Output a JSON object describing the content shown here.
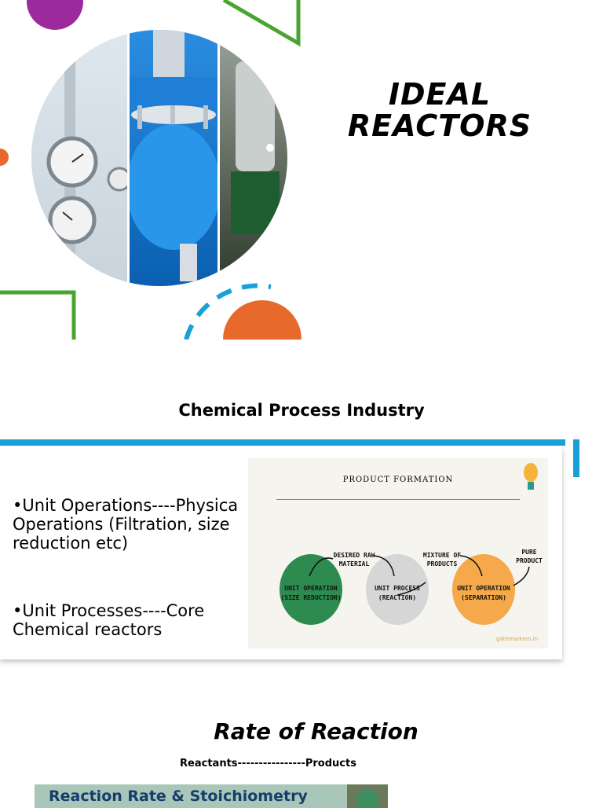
{
  "slide1": {
    "title_line1": "IDEAL",
    "title_line2": "REACTORS",
    "colors": {
      "purple": "#9c2a9c",
      "green": "#4aa431",
      "orange": "#e76a2c",
      "blue": "#1aa0d8"
    }
  },
  "slide2": {
    "title": "Chemical Process Industry",
    "bullets": [
      "•Unit Operations----Physica\nOperations (Filtration, size\nreduction etc)",
      "•Unit Processes----Core\nChemical reactors"
    ],
    "diagram": {
      "title": "PRODUCT FORMATION",
      "circles": [
        {
          "label": "UNIT OPERATION\n(SIZE REDUCTION)",
          "color": "#2e8b4f"
        },
        {
          "label": "UNIT PROCESS\n(REACTION)",
          "color": "#d6d6d6"
        },
        {
          "label": "UNIT OPERATION\n(SEPARATION)",
          "color": "#f5a94a"
        }
      ],
      "notes": [
        "DESIRED RAW\nMATERIAL",
        "MIXTURE OF\nPRODUCTS",
        "PURE\nPRODUCT"
      ],
      "site": "gatemarkers.in"
    },
    "colors": {
      "bar": "#1aa0d8"
    }
  },
  "slide3": {
    "title": "Rate of Reaction",
    "subtitle": "Reactants----------------Products",
    "banner": "Reaction Rate & Stoichiometry"
  }
}
